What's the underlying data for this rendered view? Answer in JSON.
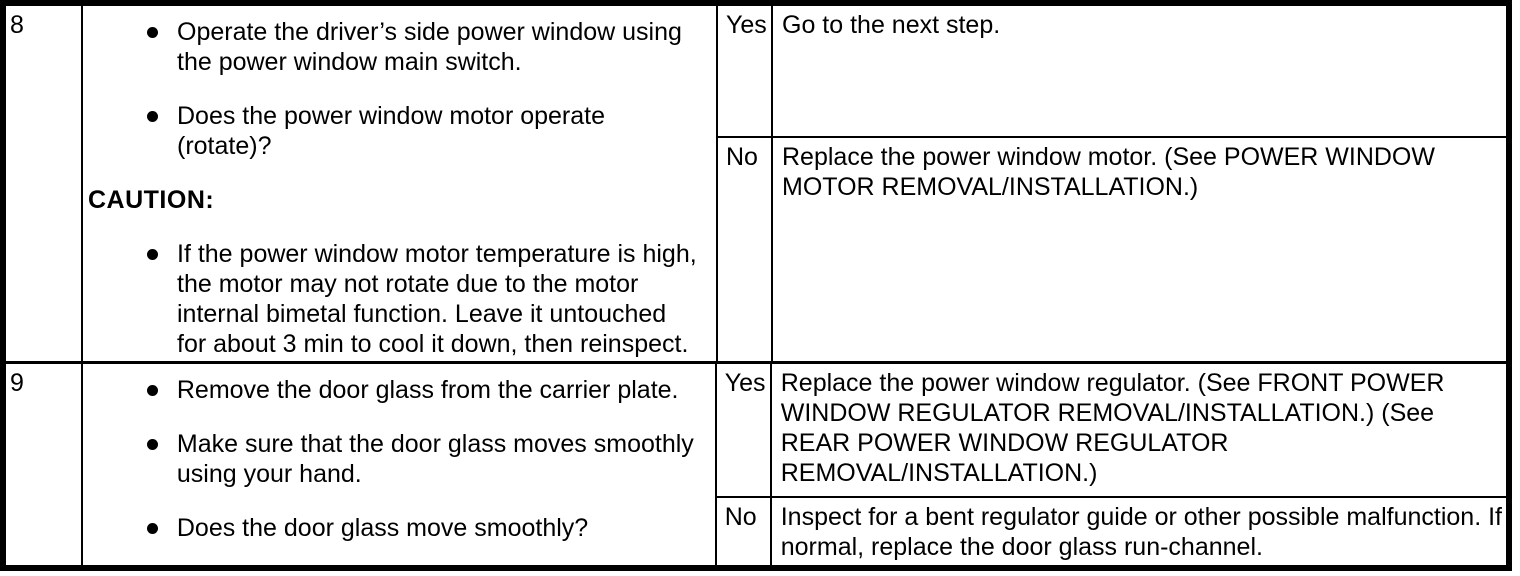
{
  "table": {
    "type": "table",
    "description_colors": {
      "border": "#000000",
      "text": "#000000",
      "background": "#ffffff"
    },
    "rows": [
      {
        "step": "8",
        "bullets": [
          {
            "lines": [
              "Operate the driver’s side power window using",
              "the power window main switch."
            ]
          },
          {
            "lines": [
              "Does the power window motor operate",
              "(rotate)?"
            ]
          }
        ],
        "caution_label": "CAUTION:",
        "caution_bullets": [
          {
            "lines": [
              "If the power window motor temperature is high,",
              "the motor may not rotate due to the motor",
              "internal bimetal function. Leave it untouched",
              "for about 3 min to cool it down, then reinspect."
            ]
          }
        ],
        "results": [
          {
            "answer": "Yes",
            "lines": [
              "Go to the next step."
            ]
          },
          {
            "answer": "No",
            "lines": [
              "Replace the power window motor. (See POWER WINDOW",
              "MOTOR REMOVAL/INSTALLATION.)"
            ]
          }
        ]
      },
      {
        "step": "9",
        "bullets": [
          {
            "lines": [
              "Remove the door glass from the carrier plate."
            ]
          },
          {
            "lines": [
              "Make sure that the door glass moves smoothly",
              "using your hand."
            ]
          },
          {
            "lines": [
              "Does the door glass move smoothly?"
            ]
          }
        ],
        "results": [
          {
            "answer": "Yes",
            "lines": [
              "Replace the power window regulator. (See FRONT POWER",
              "WINDOW REGULATOR REMOVAL/INSTALLATION.) (See",
              "REAR POWER WINDOW REGULATOR",
              "REMOVAL/INSTALLATION.)"
            ]
          },
          {
            "answer": "No",
            "lines": [
              "Inspect for a bent regulator guide or other possible malfunction. If",
              "normal, replace the door glass run-channel."
            ]
          }
        ]
      }
    ]
  }
}
